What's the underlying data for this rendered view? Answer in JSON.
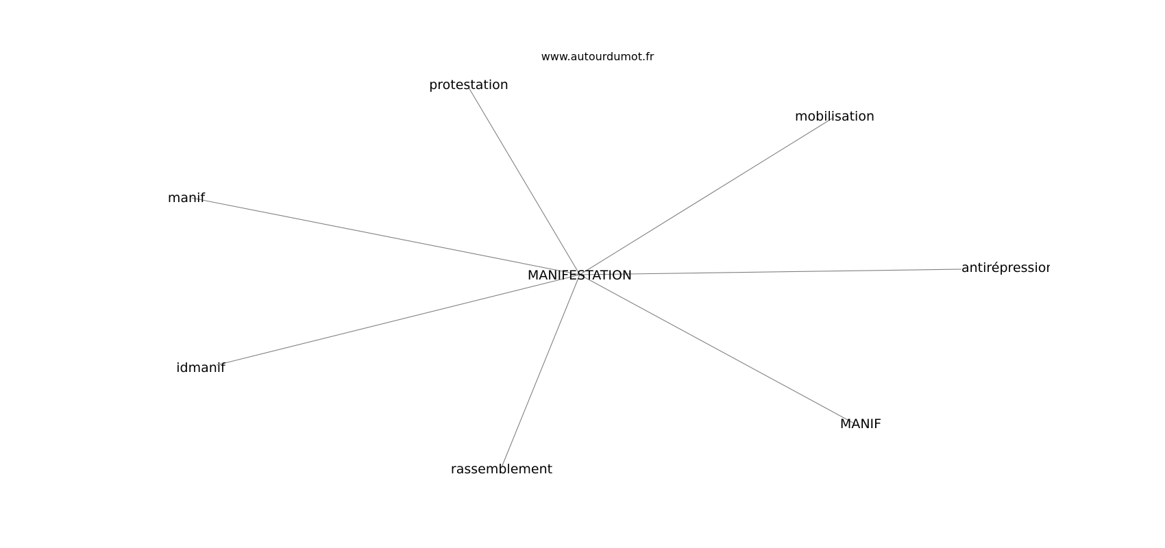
{
  "source": "www.autourdumot.fr",
  "center": {
    "label": "MANIFESTATION"
  },
  "nodes": [
    {
      "id": "protestation",
      "label": "protestation"
    },
    {
      "id": "mobilisation",
      "label": "mobilisation"
    },
    {
      "id": "manif",
      "label": "manif"
    },
    {
      "id": "antirepression",
      "label": "antirépression"
    },
    {
      "id": "idmanif",
      "label": "idmanif"
    },
    {
      "id": "MANIF",
      "label": "MANIF"
    },
    {
      "id": "rassemblement",
      "label": "rassemblement"
    }
  ],
  "colors": {
    "edge": "#808080",
    "text": "#000000",
    "background": "#ffffff"
  }
}
